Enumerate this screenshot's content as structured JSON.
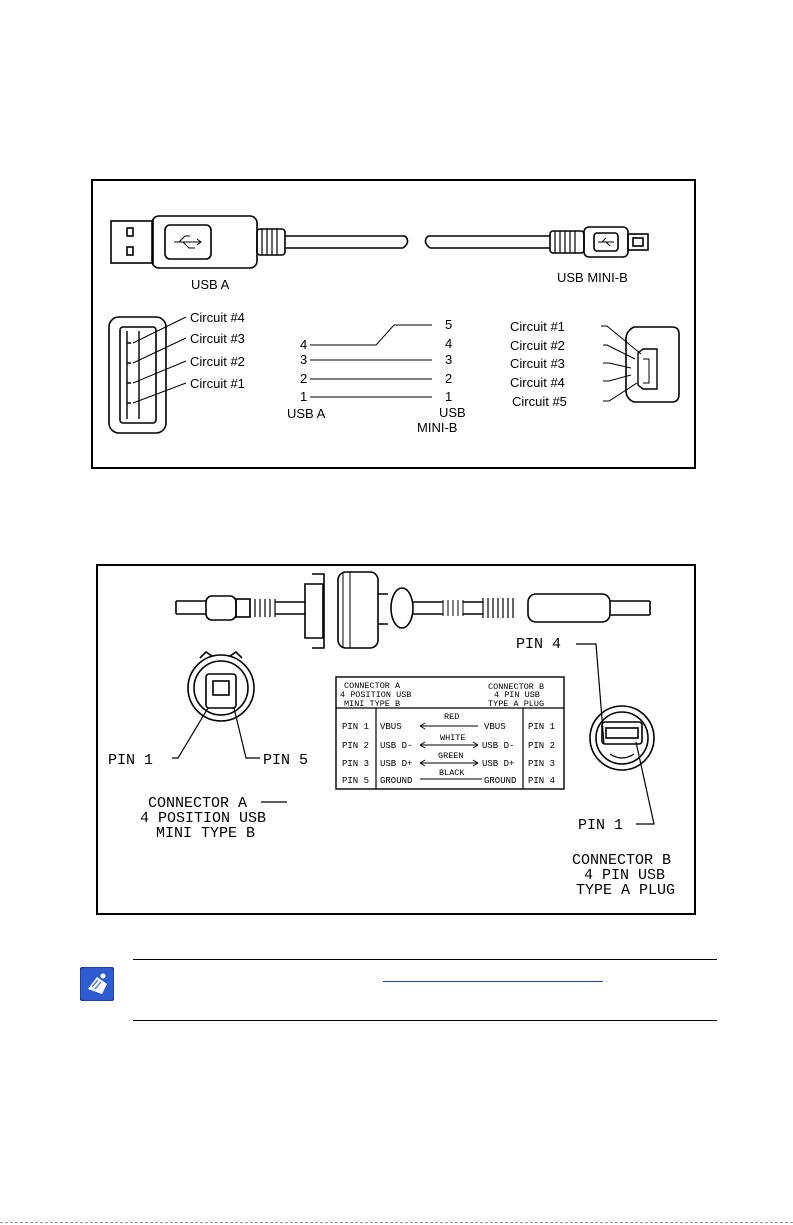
{
  "figure1": {
    "usb_a": "USB A",
    "usb_mini_b": "USB MINI-B",
    "circuits_a": [
      "Circuit #4",
      "Circuit #3",
      "Circuit #2",
      "Circuit #1"
    ],
    "circuits_b": [
      "Circuit #1",
      "Circuit #2",
      "Circuit #3",
      "Circuit #4",
      "Circuit #5"
    ],
    "pins_left": [
      "4",
      "3",
      "2",
      "1"
    ],
    "pins_right": [
      "5",
      "4",
      "3",
      "2",
      "1"
    ],
    "wiring_left_label": "USB A",
    "wiring_right_label_1": "USB",
    "wiring_right_label_2": "MINI-B"
  },
  "figure2": {
    "pin1_a": "PIN 1",
    "pin5_a": "PIN 5",
    "pin4_b": "PIN 4",
    "pin1_b": "PIN 1",
    "connector_a": [
      "CONNECTOR A",
      "4 POSITION USB",
      "MINI TYPE B"
    ],
    "connector_b": [
      "CONNECTOR B",
      "4 PIN USB",
      "TYPE A PLUG"
    ],
    "table": {
      "head_left": [
        "CONNECTOR A",
        "4 POSITION USB",
        "MINI TYPE B"
      ],
      "head_right": [
        "CONNECTOR B",
        "4 PIN USB",
        "TYPE A PLUG"
      ],
      "rows": [
        {
          "pin_a": "PIN 1",
          "sig_a": "VBUS",
          "wire": "RED",
          "sig_b": "VBUS",
          "pin_b": "PIN 1"
        },
        {
          "pin_a": "PIN 2",
          "sig_a": "USB D-",
          "wire": "WHITE",
          "sig_b": "USB D-",
          "pin_b": "PIN 2"
        },
        {
          "pin_a": "PIN 3",
          "sig_a": "USB D+",
          "wire": "GREEN",
          "sig_b": "USB D+",
          "pin_b": "PIN 3"
        },
        {
          "pin_a": "PIN 5",
          "sig_a": "GROUND",
          "wire": "BLACK",
          "sig_b": "GROUND",
          "pin_b": "PIN 4"
        }
      ]
    }
  },
  "note": {
    "icon": "note-icon",
    "link_color": "#1f3f9e"
  }
}
